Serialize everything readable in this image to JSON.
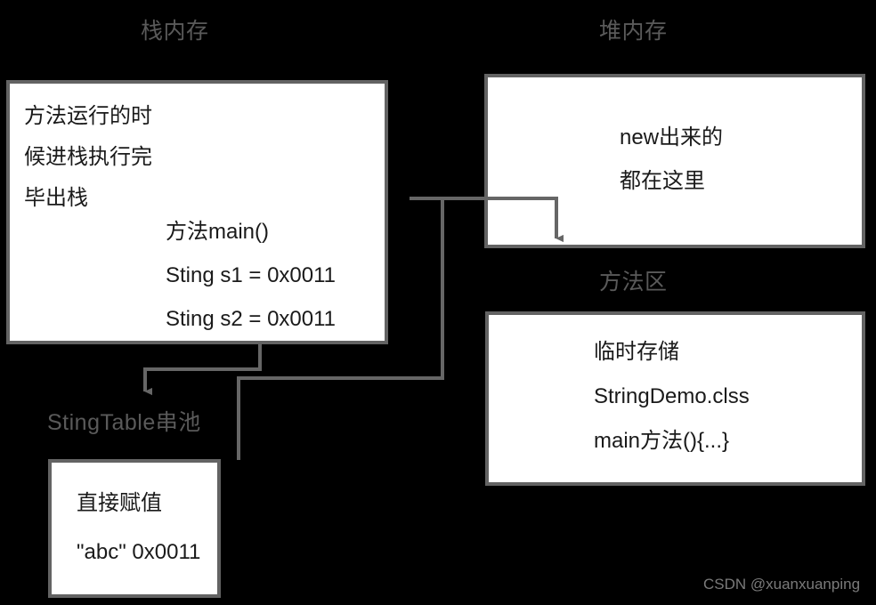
{
  "diagram": {
    "title": "Java String memory model diagram",
    "background_color": "#000000",
    "box_border_color": "#636363",
    "box_fill_color": "#ffffff",
    "label_color": "#5a5a5a",
    "connector_color": "#666666",
    "text_color": "#1a1a1a"
  },
  "labels": {
    "stack": "栈内存",
    "heap": "堆内存",
    "method_area": "方法区",
    "string_table": "StingTable串池"
  },
  "stack_box": {
    "notes": [
      "方法运行的时",
      "候进栈执行完",
      "毕出栈"
    ],
    "frame": [
      "方法main()",
      "Sting s1 = 0x0011",
      "Sting s2 = 0x0011"
    ]
  },
  "heap_box": {
    "lines": [
      "new出来的",
      "都在这里"
    ]
  },
  "method_area_box": {
    "lines": [
      "临时存储",
      "StringDemo.clss",
      "main方法(){...}"
    ]
  },
  "string_table_box": {
    "lines": [
      "直接赋值",
      "\"abc\" 0x0011"
    ]
  },
  "watermark": {
    "text": "CSDN @xuanxuanping"
  }
}
